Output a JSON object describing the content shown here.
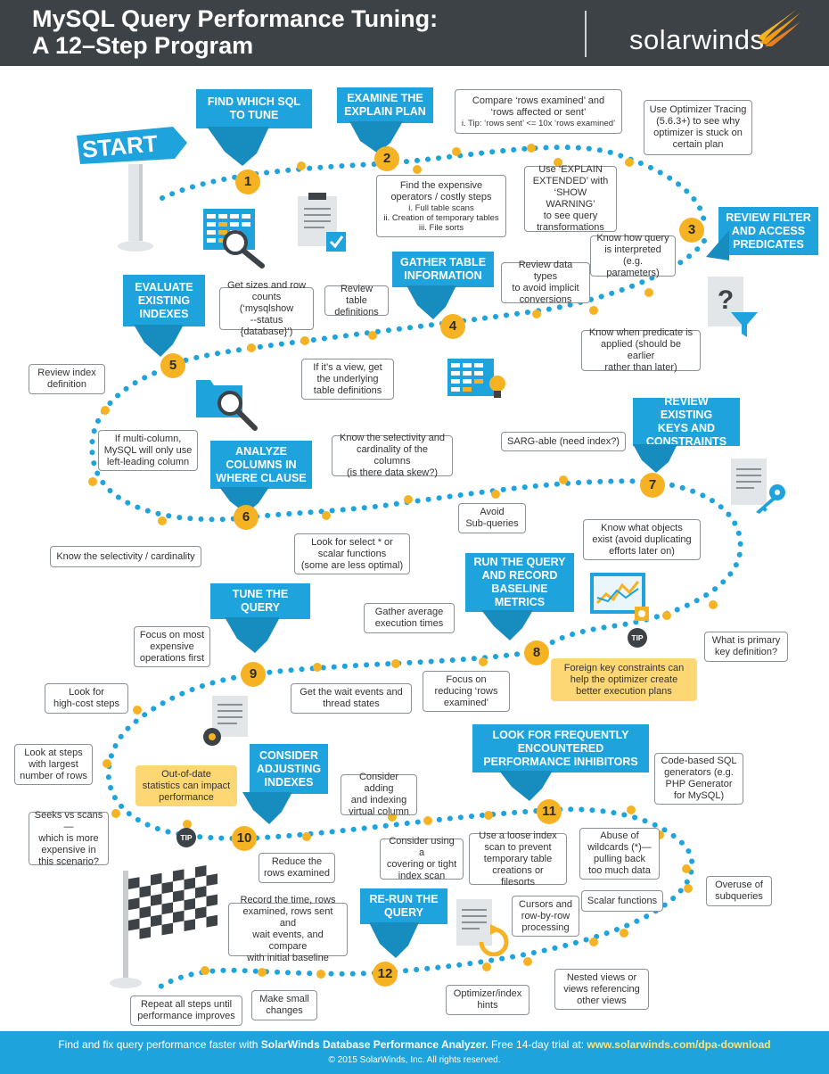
{
  "header": {
    "title_line1": "MySQL Query Performance Tuning:",
    "title_line2": "A 12–Step Program",
    "brand": "solarwinds"
  },
  "start_sign": "START",
  "steps": [
    {
      "number": "1",
      "title_lines": [
        "FIND WHICH SQL",
        "TO TUNE"
      ]
    },
    {
      "number": "2",
      "title_lines": [
        "EXAMINE THE",
        "EXPLAIN PLAN"
      ]
    },
    {
      "number": "3",
      "title_lines": [
        "REVIEW FILTER",
        "AND ACCESS",
        "PREDICATES"
      ]
    },
    {
      "number": "4",
      "title_lines": [
        "GATHER TABLE",
        "INFORMATION"
      ]
    },
    {
      "number": "5",
      "title_lines": [
        "EVALUATE",
        "EXISTING",
        "INDEXES"
      ]
    },
    {
      "number": "6",
      "title_lines": [
        "ANALYZE",
        "COLUMNS IN",
        "WHERE CLAUSE"
      ]
    },
    {
      "number": "7",
      "title_lines": [
        "REVIEW EXISTING",
        "KEYS AND",
        "CONSTRAINTS"
      ]
    },
    {
      "number": "8",
      "title_lines": [
        "RUN THE QUERY",
        "AND RECORD",
        "BASELINE",
        "METRICS"
      ]
    },
    {
      "number": "9",
      "title_lines": [
        "TUNE THE",
        "QUERY"
      ]
    },
    {
      "number": "10",
      "title_lines": [
        "CONSIDER",
        "ADJUSTING",
        "INDEXES"
      ]
    },
    {
      "number": "11",
      "title_lines": [
        "LOOK FOR FREQUENTLY",
        "ENCOUNTERED",
        "PERFORMANCE INHIBITORS"
      ]
    },
    {
      "number": "12",
      "title_lines": [
        "RE-RUN THE",
        "QUERY"
      ]
    }
  ],
  "notes": {
    "s2_compare": "Compare ‘rows examined’ and\n‘rows affected or sent’",
    "s2_compare_sub": "i. Tip: ‘rows sent’ <= 10x ‘rows examined’",
    "s2_expensive": "Find the expensive\noperators / costly steps",
    "s2_expensive_sub": "i. Full table scans\nii. Creation of temporary tables\niii. File sorts",
    "s2_explain_ext": "Use ‘EXPLAIN\nEXTENDED’ with\n‘SHOW WARNING’\nto see query\ntransformations",
    "s2_tracing": "Use Optimizer Tracing\n(5.6.3+) to see why\noptimizer is stuck on\ncertain plan",
    "s3_interpreted": "Know how query\nis interpreted\n(e.g. parameters)",
    "s3_applied": "Know when predicate is\napplied (should be earlier\nrather than later)",
    "s4_datatypes": "Review data types\nto avoid implicit\nconversions",
    "s4_tabledefs": "Review table\ndefinitions",
    "s4_sizes": "Get sizes and row\ncounts (‘mysqlshow\n--status {database}’)",
    "s4_view": "If it’s a view, get\nthe underlying\ntable definitions",
    "s5_indexdef": "Review index\ndefinition",
    "s5_multicol": "If multi-column,\nMySQL will only use\nleft-leading column",
    "s6_selectivity": "Know the selectivity / cardinality",
    "s6_select_star": "Look for select * or\nscalar functions\n(some are less optimal)",
    "s6_skew": "Know the selectivity and\ncardinality of the columns\n(is there data skew?)",
    "s6_subqueries": "Avoid\nSub-queries",
    "s7_sargable": "SARG-able (need index?)",
    "s7_objects": "Know what objects\nexist (avoid duplicating\nefforts later on)",
    "s7_primary": "What is primary\nkey definition?",
    "s8_tip": "Foreign key constraints can\nhelp the optimizer create\nbetter execution plans",
    "s8_focus_rows": "Focus on\nreducing ‘rows\nexamined’",
    "s8_avg_exec": "Gather average\nexecution times",
    "s8_wait_events": "Get the wait events and\nthread states",
    "s9_expensive_ops": "Focus on most\nexpensive\noperations first",
    "s9_high_cost": "Look for\nhigh-cost steps",
    "s9_largest_rows": "Look at steps\nwith largest\nnumber of rows",
    "s10_tip": "Out-of-date\nstatistics can impact\nperformance",
    "s10_seeks": "Seeks vs scans—\nwhich is more\nexpensive in\nthis scenario?",
    "s10_reduce": "Reduce the\nrows examined",
    "s10_virtual": "Consider adding\nand indexing\nvirtual column",
    "s10_covering": "Consider using a\ncovering or tight\nindex scan",
    "s11_loose_index": "Use a loose index\nscan to prevent\ntemporary table\ncreations or filesorts",
    "s11_codegen": "Code-based SQL\ngenerators (e.g.\nPHP Generator\nfor MySQL)",
    "s11_wildcards": "Abuse of\nwildcards (*)—\npulling back\ntoo much data",
    "s11_overuse": "Overuse of\nsubqueries",
    "s11_scalar": "Scalar functions",
    "s11_cursors": "Cursors and\nrow-by-row\nprocessing",
    "s11_nested": "Nested views or\nviews referencing\nother views",
    "s12_hints": "Optimizer/index\nhints",
    "s12_record": "Record the time, rows\nexamined, rows sent and\nwait events, and compare\nwith initial baseline",
    "s12_small": "Make small\nchanges",
    "s12_repeat": "Repeat all steps until\nperformance improves"
  },
  "tip_label": "TIP",
  "footer": {
    "line1_pre": "Find and fix query performance faster with ",
    "line1_product": "SolarWinds Database Performance Analyzer.",
    "line1_mid": " Free 14-day trial at: ",
    "line1_link": "www.solarwinds.com/dpa-download",
    "line2": "© 2015 SolarWinds, Inc. All rights reserved."
  },
  "colors": {
    "header_bg": "#3d4246",
    "banner_blue": "#1fa3dc",
    "path_blue": "#1fa3dc",
    "step_orange": "#f5b323",
    "tip_yellow": "#fdd773",
    "brand_orange": "#f39c12"
  },
  "icons": [
    "solarwinds-flame-icon",
    "spreadsheet-magnifier-icon",
    "clipboard-check-icon",
    "question-filter-icon",
    "table-lightbulb-icon",
    "folder-magnifier-icon",
    "document-key-icon",
    "monitor-chart-icon",
    "document-gear-icon",
    "document-refresh-icon",
    "checkered-flag-icon"
  ]
}
